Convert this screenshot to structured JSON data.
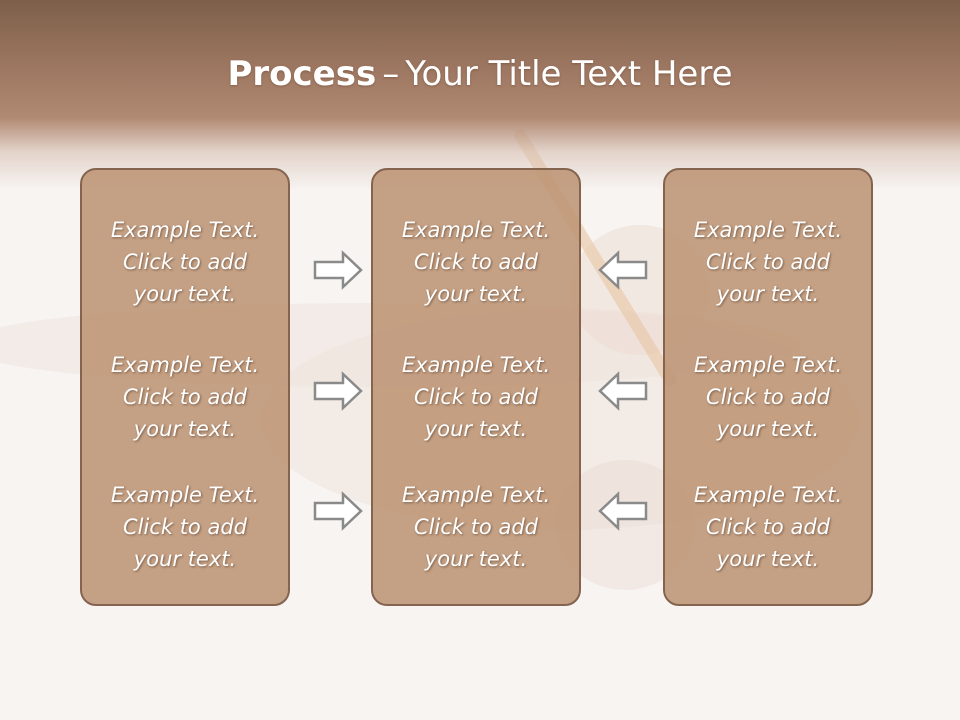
{
  "title": {
    "bold": "Process",
    "separator": "–",
    "rest": "Your Title Text Here"
  },
  "columns": [
    {
      "items": [
        "Example Text.\nClick  to add\nyour text.",
        "Example Text.\nClick  to add\nyour text.",
        "Example Text.\nClick  to add\nyour text."
      ]
    },
    {
      "items": [
        "Example Text.\nClick  to add\nyour text.",
        "Example Text.\nClick  to add\nyour text.",
        "Example Text.\nClick  to add\nyour text."
      ]
    },
    {
      "items": [
        "Example Text.\nClick  to add\nyour text.",
        "Example Text.\nClick  to add\nyour text.",
        "Example Text.\nClick  to add\nyour text."
      ]
    }
  ],
  "arrows": {
    "left_group": "arrow-right-icon",
    "right_group": "arrow-left-icon"
  },
  "colors": {
    "header": "#9c7660",
    "box_fill": "#bd9474",
    "box_border": "#85644f",
    "arrow_fill": "#ffffff",
    "arrow_stroke": "#8a8a8a"
  }
}
